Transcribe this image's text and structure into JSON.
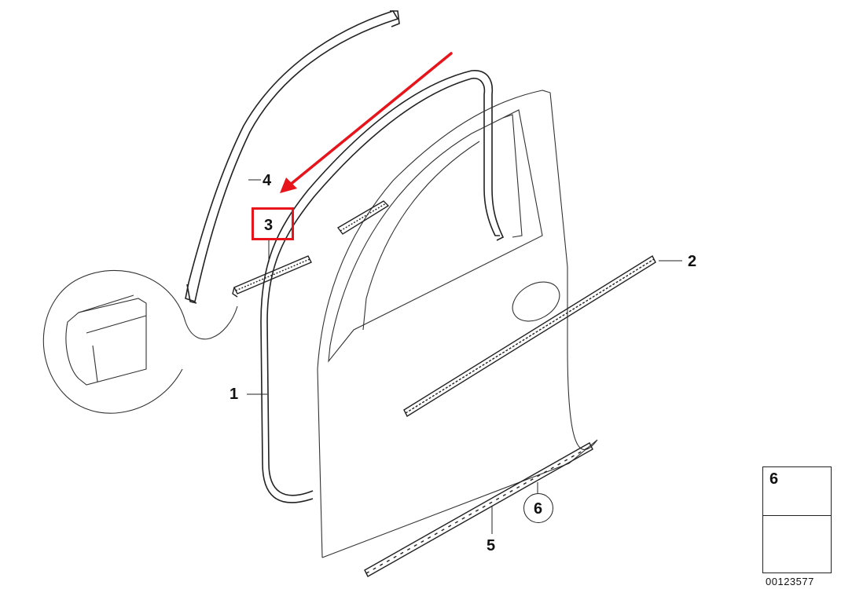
{
  "diagram": {
    "type": "exploded parts diagram",
    "subject": "front door seals and weatherstrips",
    "accent_color": "#e8141b",
    "line_color": "#222222",
    "background": "#ffffff"
  },
  "callouts": [
    {
      "id": "1",
      "label": "1",
      "part": "door seal (main weatherstrip)"
    },
    {
      "id": "2",
      "label": "2",
      "part": "outer window channel / belt strip"
    },
    {
      "id": "3",
      "label": "3",
      "part": "inner window shaft seal",
      "highlighted": true
    },
    {
      "id": "4",
      "label": "4",
      "part": "upper frame seal"
    },
    {
      "id": "5",
      "label": "5",
      "part": "lower door sill seal"
    },
    {
      "id": "6",
      "label": "6",
      "part": "clip",
      "circled": true
    }
  ],
  "annotation": {
    "arrow_color": "#e8141b",
    "points_to": "3"
  },
  "legend": {
    "number": "6",
    "icon_top": "clip-icon",
    "icon_bottom": "arrow-left-icon"
  },
  "reference_number": "00123577"
}
